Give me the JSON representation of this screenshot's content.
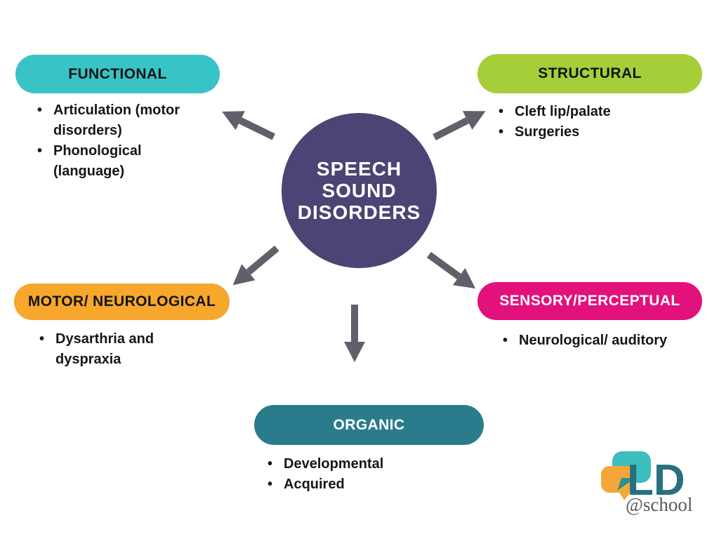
{
  "center": {
    "line1": "SPEECH",
    "line2": "SOUND",
    "line3": "DISORDERS"
  },
  "categories": [
    {
      "id": "functional",
      "label": "FUNCTIONAL",
      "pill_color": "#38c3c6",
      "label_color": "#141414",
      "items": [
        "Articulation (motor disorders)",
        "Phonological (language)"
      ]
    },
    {
      "id": "structural",
      "label": "STRUCTURAL",
      "pill_color": "#a5ce39",
      "label_color": "#141414",
      "items": [
        "Cleft lip/palate",
        "Surgeries"
      ]
    },
    {
      "id": "motor",
      "label": "MOTOR/ NEUROLOGICAL",
      "pill_color": "#f6a72c",
      "label_color": "#141414",
      "items": [
        "Dysarthria and dyspraxia"
      ]
    },
    {
      "id": "sensory",
      "label": "SENSORY/PERCEPTUAL",
      "pill_color": "#e2117c",
      "label_color": "#ffffff",
      "items": [
        "Neurological/ auditory"
      ]
    },
    {
      "id": "organic",
      "label": "ORGANIC",
      "pill_color": "#2a7c8c",
      "label_color": "#ffffff",
      "items": [
        "Developmental",
        "Acquired"
      ]
    }
  ],
  "logo": {
    "brand": "LD",
    "suffix": "@school",
    "bubble_teal": "#3dbdbd",
    "bubble_orange": "#f3a73b",
    "brand_color": "#26707f"
  },
  "colors": {
    "arrow": "#60606b",
    "circle": "#4a4574"
  }
}
